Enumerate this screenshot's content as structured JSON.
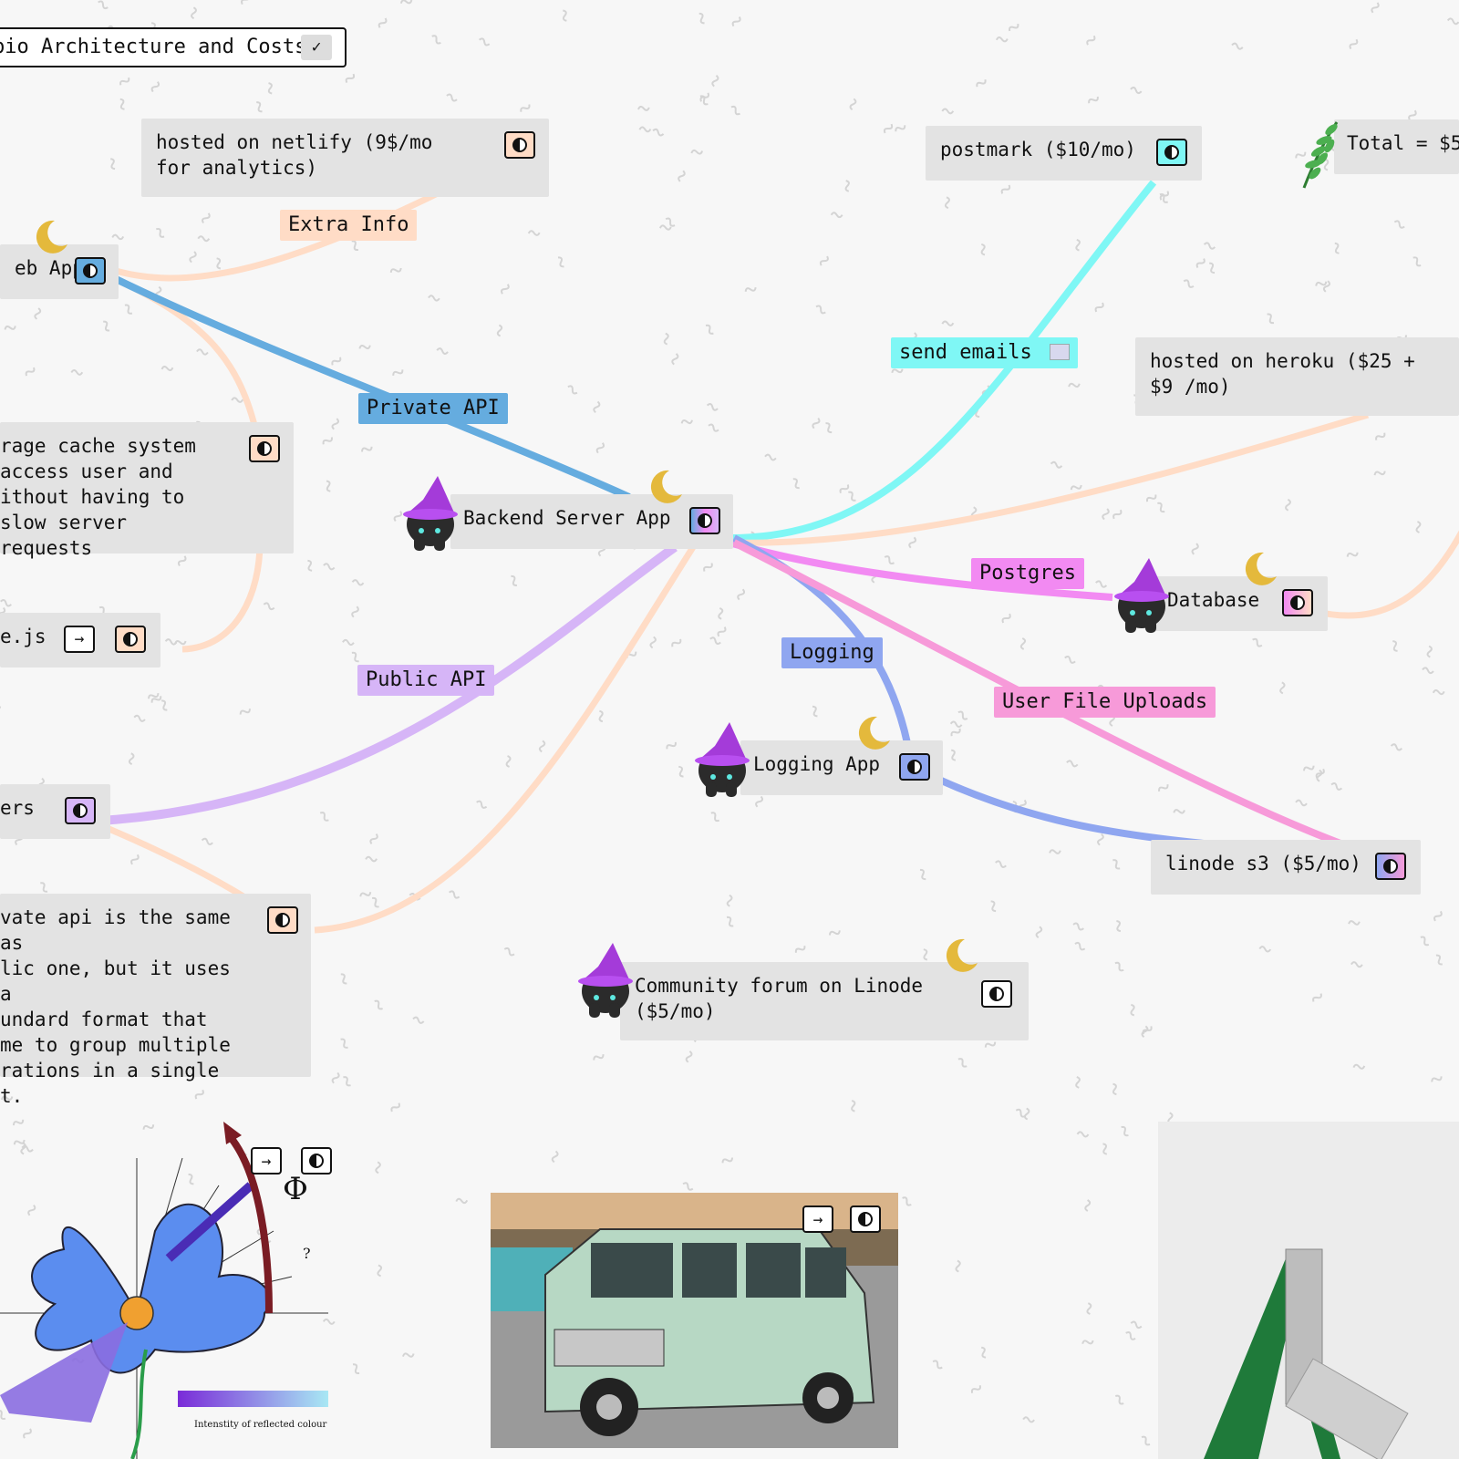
{
  "title": {
    "text": "bio Architecture and Costs",
    "check_icon": "check-icon"
  },
  "nodes": {
    "netlify": "hosted on netlify (9$/mo for analytics)",
    "web_app": "eb App",
    "cache": "rage cache system access user and ithout having to slow server requests",
    "cache_lines": [
      "rage cache system",
      "access user and",
      "ithout having to",
      "slow server requests"
    ],
    "nodejs": "e.js",
    "users": "ers",
    "private_api_note_lines": [
      "vate api is the same as",
      "lic one, but it uses a",
      "undard format that",
      "me to group multiple",
      "rations in a single",
      "t."
    ],
    "backend": "Backend Server App",
    "postmark": "postmark ($10/mo)",
    "total": "Total = $5",
    "heroku": "hosted on heroku ($25 + $9 /mo)",
    "database": "Database",
    "logging_app": "Logging App",
    "linode_s3": "linode s3 ($5/mo)",
    "community": "Community forum on Linode ($5/mo)"
  },
  "labels": {
    "extra_info": "Extra Info",
    "private_api": "Private API",
    "send_emails": "send emails",
    "postgres": "Postgres",
    "logging": "Logging",
    "public_api": "Public API",
    "user_file_uploads": "User File Uploads"
  },
  "images": {
    "flower_phi": "Φ",
    "flower_caption": "Intenstity of reflected colour",
    "flower_q": "?"
  },
  "controls": {
    "arrow": "→"
  },
  "colors": {
    "peach": "#ffdcc6",
    "blue": "#65acdf",
    "cyan": "#7ff7f5",
    "magenta": "#f28af2",
    "lavender": "#d6b5f7",
    "periwinkle": "#8fa6f0",
    "pink": "#f79ad9",
    "card": "#e3e3e3"
  }
}
